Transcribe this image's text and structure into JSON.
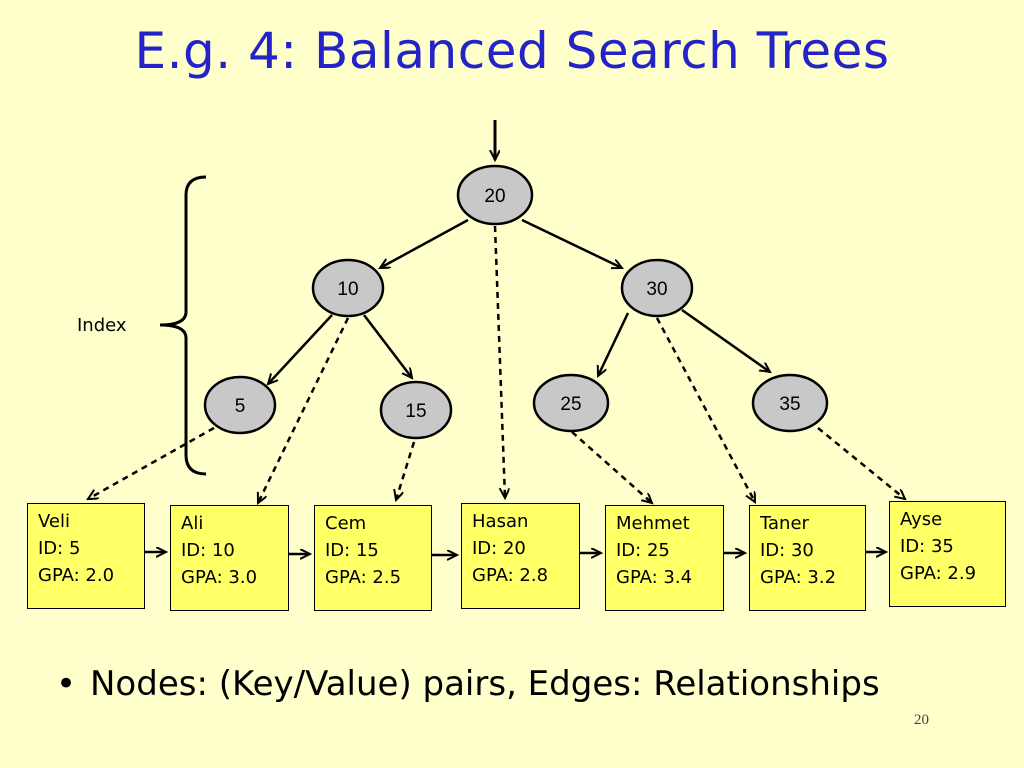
{
  "title": "E.g. 4: Balanced Search Trees",
  "index_label": "Index",
  "nodes": {
    "n20": "20",
    "n10": "10",
    "n30": "30",
    "n5": "5",
    "n15": "15",
    "n25": "25",
    "n35": "35"
  },
  "records": [
    {
      "name": "Veli",
      "id": "ID: 5",
      "gpa": "GPA: 2.0"
    },
    {
      "name": "Ali",
      "id": "ID: 10",
      "gpa": "GPA: 3.0"
    },
    {
      "name": "Cem",
      "id": "ID: 15",
      "gpa": "GPA: 2.5"
    },
    {
      "name": "Hasan",
      "id": "ID: 20",
      "gpa": "GPA: 2.8"
    },
    {
      "name": "Mehmet",
      "id": "ID: 25",
      "gpa": "GPA: 3.4"
    },
    {
      "name": "Taner",
      "id": "ID: 30",
      "gpa": "GPA: 3.2"
    },
    {
      "name": "Ayse",
      "id": "ID: 35",
      "gpa": "GPA: 2.9"
    }
  ],
  "bullet": {
    "symbol": "•",
    "text": "Nodes: (Key/Value) pairs, Edges: Relationships"
  },
  "page_number": "20",
  "colors": {
    "title": "#2323c8",
    "background": "#ffffcc",
    "node_fill": "#c8c8c8",
    "record_fill": "#ffff66"
  }
}
